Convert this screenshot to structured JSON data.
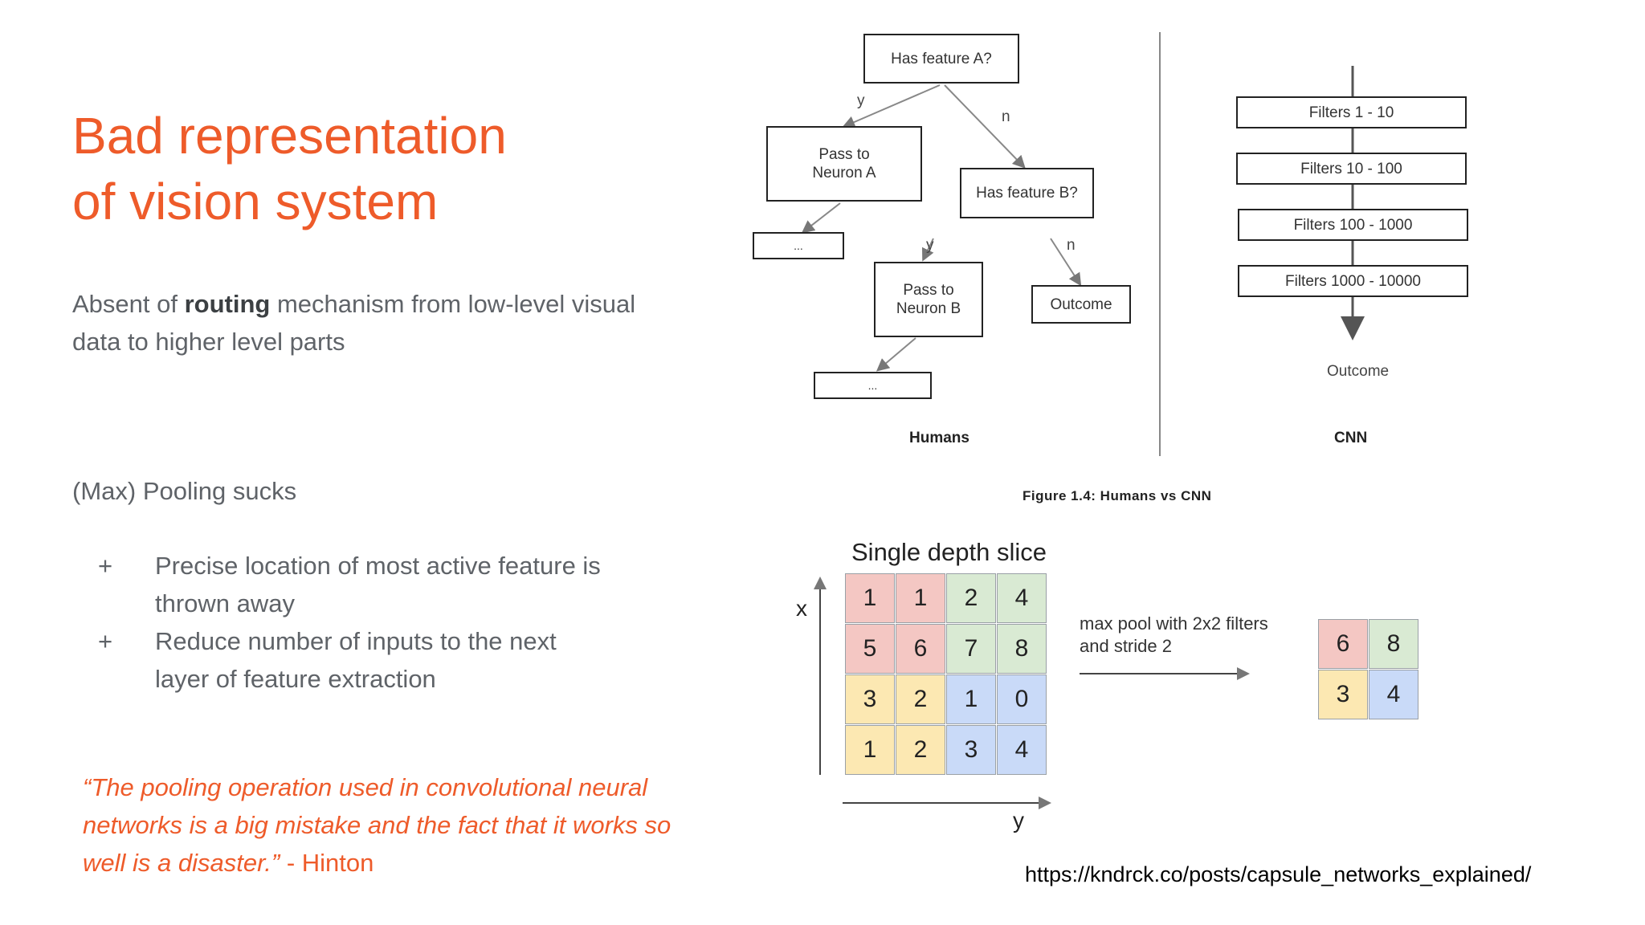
{
  "slide": {
    "title_line1": "Bad representation",
    "title_line2": "of vision system",
    "para1_pre": "Absent of ",
    "para1_bold": "routing",
    "para1_post": " mechanism from low-level visual data to higher level parts",
    "pooling_heading": "(Max) Pooling sucks",
    "bullets": [
      {
        "marker": "+",
        "line1": "Precise location of most active feature is",
        "line2": "thrown away"
      },
      {
        "marker": "+",
        "line1": "Reduce number of inputs to the next",
        "line2": "layer of feature extraction"
      }
    ],
    "quote_text": "“The pooling operation used in convolutional neural networks is a big mistake and the fact that it works so well is a disaster.”",
    "quote_author": " - Hinton",
    "source_url": "https://kndrck.co/posts/capsule_networks_explained/"
  },
  "figure_top": {
    "humans": {
      "has_feature_a": "Has feature A?",
      "pass_a_l1": "Pass to",
      "pass_a_l2": "Neuron A",
      "has_feature_b": "Has feature B?",
      "ellipsis1": "...",
      "pass_b_l1": "Pass to",
      "pass_b_l2": "Neuron B",
      "outcome": "Outcome",
      "ellipsis2": "...",
      "y1": "y",
      "n1": "n",
      "y2": "y",
      "n2": "n",
      "label": "Humans"
    },
    "cnn": {
      "filters": [
        "Filters 1 - 10",
        "Filters 10 - 100",
        "Filters 100 - 1000",
        "Filters 1000 - 10000"
      ],
      "outcome": "Outcome",
      "label": "CNN"
    },
    "caption": "Figure 1.4: Humans vs CNN"
  },
  "figure_bottom": {
    "title": "Single depth slice",
    "axis_x": "x",
    "axis_y": "y",
    "grid": [
      [
        1,
        1,
        2,
        4
      ],
      [
        5,
        6,
        7,
        8
      ],
      [
        3,
        2,
        1,
        0
      ],
      [
        1,
        2,
        3,
        4
      ]
    ],
    "arrow_label_l1": "max pool with 2x2 filters",
    "arrow_label_l2": "and stride 2",
    "result": [
      [
        6,
        8
      ],
      [
        3,
        4
      ]
    ],
    "colors": {
      "pink": "#f4c7c3",
      "green": "#d9ead3",
      "yellow": "#fce8b2",
      "blue": "#c9daf8"
    }
  }
}
